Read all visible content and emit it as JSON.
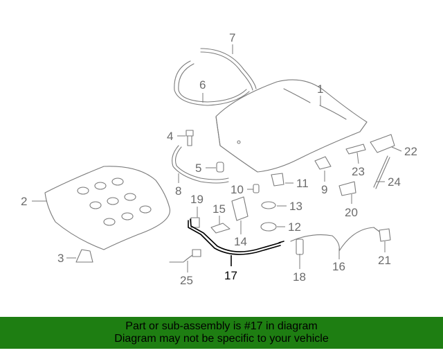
{
  "diagram": {
    "callouts": [
      {
        "id": "1",
        "label": "1"
      },
      {
        "id": "2",
        "label": "2"
      },
      {
        "id": "3",
        "label": "3"
      },
      {
        "id": "4",
        "label": "4"
      },
      {
        "id": "5",
        "label": "5"
      },
      {
        "id": "6",
        "label": "6"
      },
      {
        "id": "7",
        "label": "7"
      },
      {
        "id": "8",
        "label": "8"
      },
      {
        "id": "9",
        "label": "9"
      },
      {
        "id": "10",
        "label": "10"
      },
      {
        "id": "11",
        "label": "11"
      },
      {
        "id": "12",
        "label": "12"
      },
      {
        "id": "13",
        "label": "13"
      },
      {
        "id": "14",
        "label": "14"
      },
      {
        "id": "15",
        "label": "15"
      },
      {
        "id": "16",
        "label": "16"
      },
      {
        "id": "17",
        "label": "17"
      },
      {
        "id": "18",
        "label": "18"
      },
      {
        "id": "19",
        "label": "19"
      },
      {
        "id": "20",
        "label": "20"
      },
      {
        "id": "21",
        "label": "21"
      },
      {
        "id": "22",
        "label": "22"
      },
      {
        "id": "23",
        "label": "23"
      },
      {
        "id": "24",
        "label": "24"
      },
      {
        "id": "25",
        "label": "25"
      }
    ],
    "highlighted_part": "17",
    "colors": {
      "line": "#7a7a7a",
      "highlight": "#000000",
      "banner": "#1e7e12"
    }
  },
  "banner": {
    "line1": "Part or sub-assembly is #17 in diagram",
    "line2": "Diagram may not be specific to your vehicle"
  }
}
